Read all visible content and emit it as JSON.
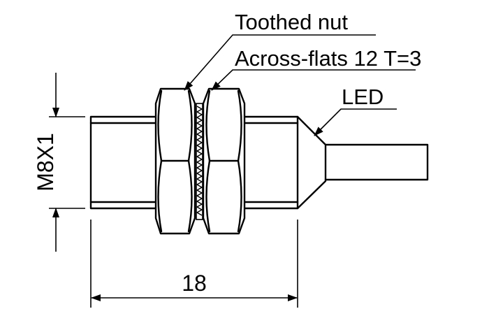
{
  "labels": {
    "toothed_nut": "Toothed nut",
    "across_flats": "Across-flats 12 T=3",
    "led": "LED",
    "thread": "M8X1",
    "length": "18"
  },
  "colors": {
    "line": "#000000",
    "background": "#ffffff"
  }
}
